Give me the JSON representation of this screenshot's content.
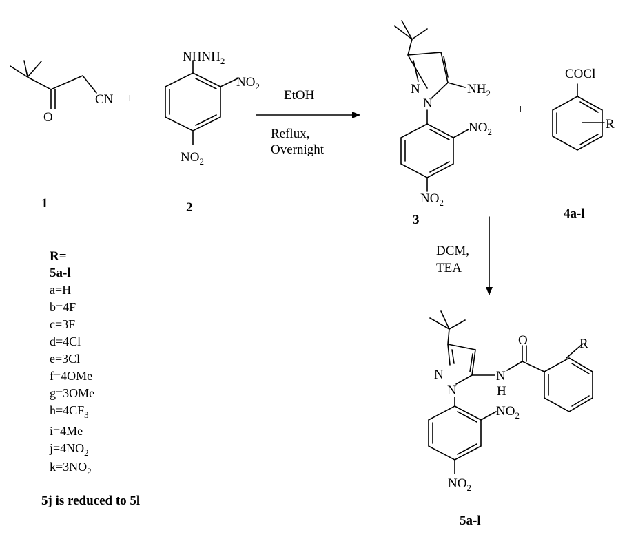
{
  "compounds": {
    "c1": "1",
    "c2": "2",
    "c3": "3",
    "c4": "4a-l",
    "c5": "5a-l"
  },
  "labels": {
    "cn": "CN",
    "o_ketone": "O",
    "plus": "+",
    "nh": "NH",
    "nh2_h": "NHNH",
    "sub2": "2",
    "no": "NO",
    "coci": "COCl",
    "r": "R",
    "n_ring": "N",
    "n1_ring": "N",
    "o_amide": "O",
    "n_amide": "N",
    "h_amide": "H"
  },
  "reaction1": {
    "reagent": "EtOH",
    "cond1": "Reflux,",
    "cond2": "Overnight"
  },
  "reaction2": {
    "reagent": "DCM,",
    "base": "TEA"
  },
  "r_table": {
    "header": "R=",
    "group": "5a-l",
    "items": [
      "a=H",
      "b=4F",
      "c=3F",
      "d=4Cl",
      "e=3Cl",
      "f=4OMe",
      "g=3OMe"
    ],
    "h_item": "h=4CF",
    "h_sub": "3",
    "i_item": "i=4Me",
    "j_item": "j=4NO",
    "j_sub": "2",
    "k_item": "k=3NO",
    "k_sub": "2",
    "footnote": "5j is reduced to 5l"
  }
}
